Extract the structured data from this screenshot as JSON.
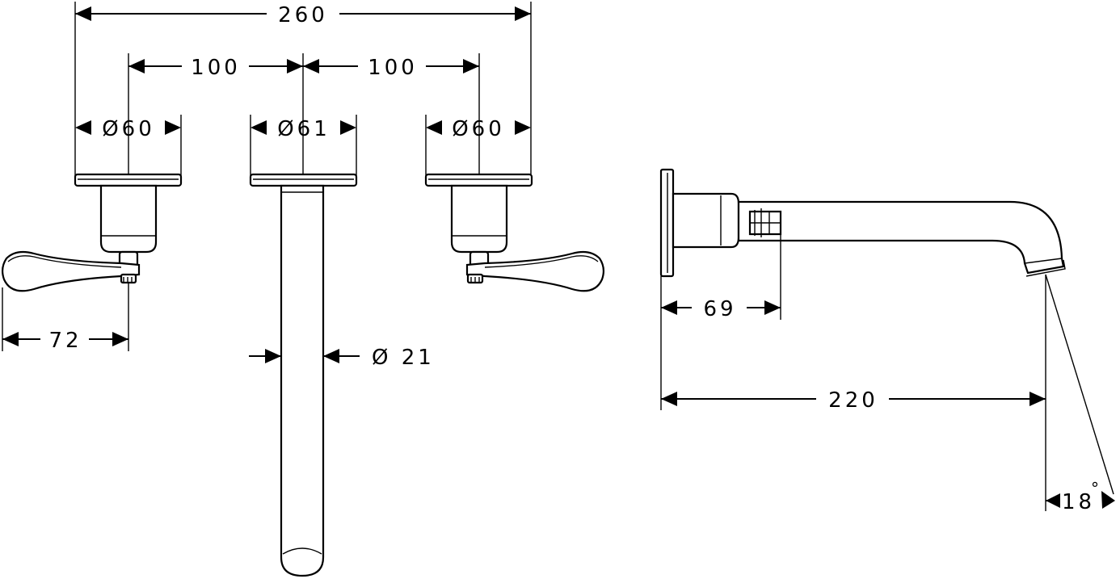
{
  "colors": {
    "line": "#000000",
    "background": "#ffffff"
  },
  "dimensions": {
    "overall_width": "260",
    "left_spacing": "100",
    "right_spacing": "100",
    "left_rosette_diameter": "Ø60",
    "center_rosette_diameter": "Ø61",
    "right_rosette_diameter": "Ø60",
    "handle_reach": "72",
    "spout_diameter": "Ø  21",
    "side_projection": "69",
    "spout_projection": "220",
    "spout_angle": "18",
    "degree_mark": "°"
  }
}
